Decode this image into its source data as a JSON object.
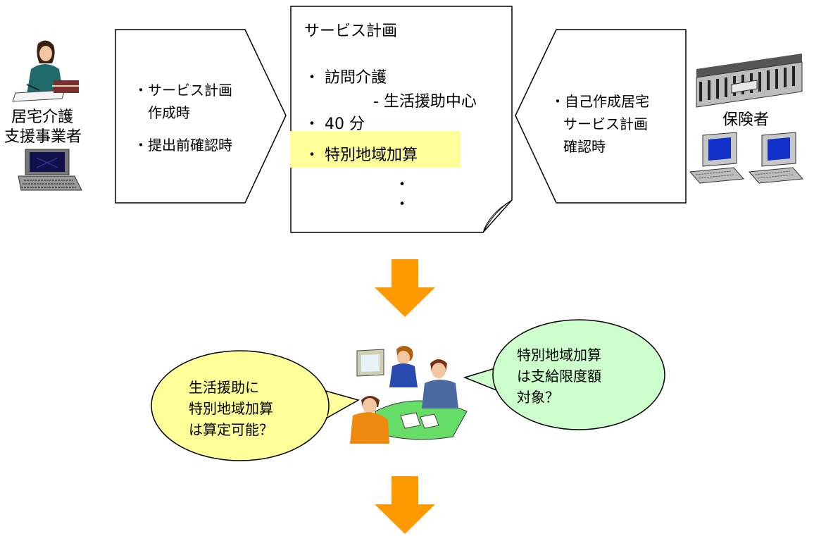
{
  "provider": {
    "line1": "居宅介護",
    "line2": "支援事業者"
  },
  "insurer": {
    "label": "保険者"
  },
  "left_arrow_box": {
    "item1_line1": "・サービス計画",
    "item1_line2": "作成時",
    "item2": "・提出前確認時"
  },
  "plan_doc": {
    "title": "サービス計画",
    "item1": "・ 訪問介護",
    "item1_sub": "- 生活援助中心",
    "item2": "・ 40 分",
    "item3": "・ 特別地域加算",
    "dots1": "・",
    "dots2": "・"
  },
  "right_arrow_box": {
    "line1": "・自己作成居宅",
    "line2": "サービス計画",
    "line3": "確認時"
  },
  "bubble_left": {
    "line1": "生活援助に",
    "line2": "特別地域加算",
    "line3": "は算定可能？"
  },
  "bubble_right": {
    "line1": "特別地域加算",
    "line2": "は支給限度額",
    "line3": "対象？"
  },
  "colors": {
    "highlight": "#ffff99",
    "arrow": "#ff9900",
    "bubble_left": "#ffff99",
    "bubble_right": "#ccffcc"
  },
  "icons": [
    "woman-at-desk-icon",
    "laptop-icon",
    "office-building-icon",
    "desktop-computer-icon",
    "meeting-people-icon"
  ]
}
